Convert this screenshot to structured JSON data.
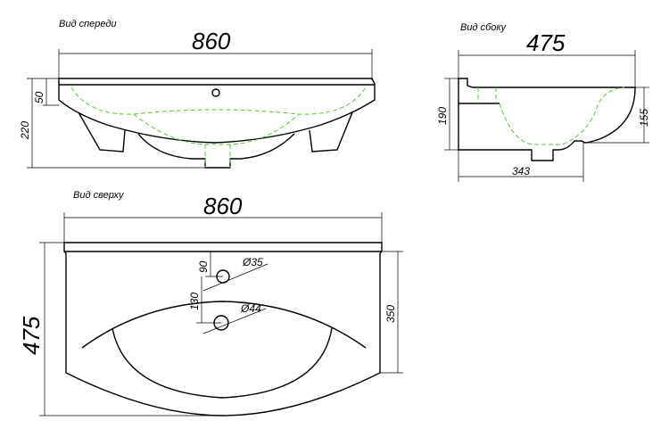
{
  "views": {
    "front": {
      "title": "Вид спереди",
      "width": "860",
      "rim_height": "50",
      "total_height": "220"
    },
    "side": {
      "title": "Вид сбоку",
      "depth": "475",
      "height": "190",
      "bowl_depth": "155",
      "base_depth": "343"
    },
    "top": {
      "title": "Вид сверху",
      "width": "860",
      "depth": "475",
      "hole_offset": "90",
      "hole_spacing": "130",
      "inner_depth": "350",
      "tap_hole": "Ø35",
      "drain_hole": "Ø44"
    }
  },
  "colors": {
    "outline": "#000000",
    "hidden_lines": "#5cc23a"
  }
}
